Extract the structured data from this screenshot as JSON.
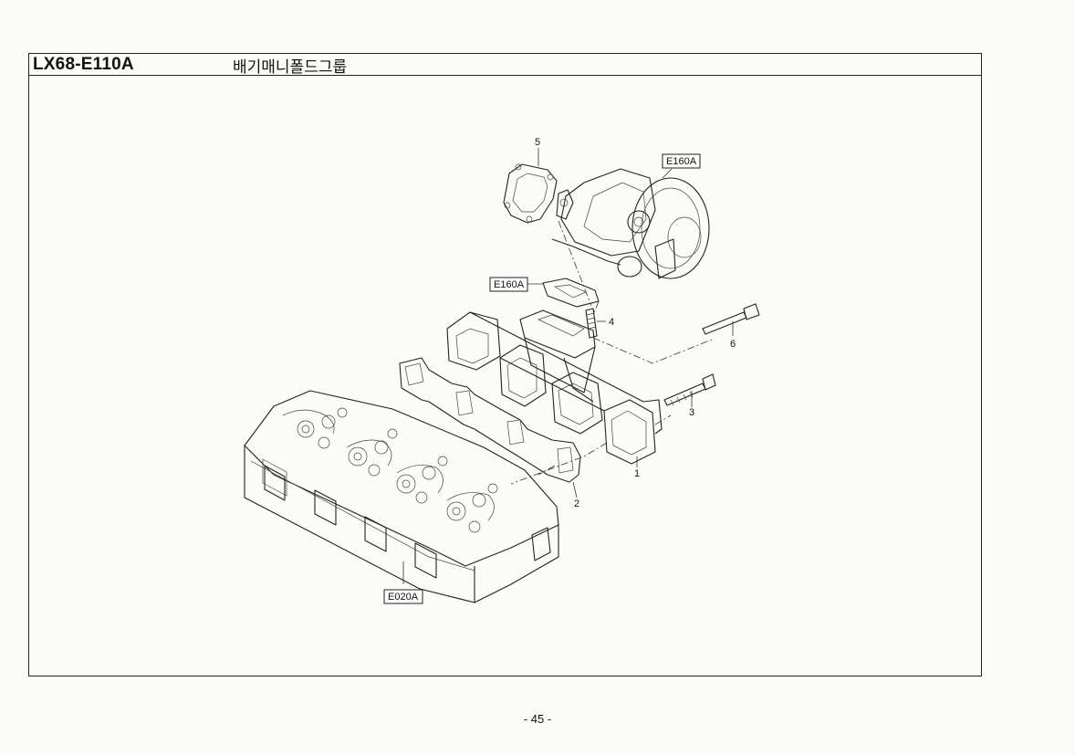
{
  "header": {
    "code": "LX68-E110A",
    "title": "배기매니폴드그룹"
  },
  "callouts": {
    "c1": "1",
    "c2": "2",
    "c3": "3",
    "c4": "4",
    "c5": "5",
    "c6": "6"
  },
  "refs": {
    "turbo": "E160A",
    "gasket": "E160A",
    "head": "E020A"
  },
  "footer": {
    "page": "- 45 -"
  }
}
